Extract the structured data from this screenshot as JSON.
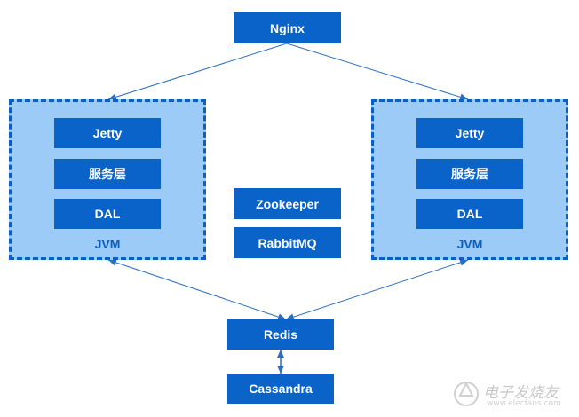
{
  "nodes": {
    "nginx": "Nginx",
    "zookeeper": "Zookeeper",
    "rabbitmq": "RabbitMQ",
    "redis": "Redis",
    "cassandra": "Cassandra"
  },
  "jvm_left": {
    "label": "JVM",
    "layers": [
      "Jetty",
      "服务层",
      "DAL"
    ]
  },
  "jvm_right": {
    "label": "JVM",
    "layers": [
      "Jetty",
      "服务层",
      "DAL"
    ]
  },
  "watermark": {
    "text": "电子发烧友",
    "url": "www.elecfans.com"
  },
  "colors": {
    "node_fill": "#0a63c9",
    "jvm_fill": "#9ccbf7",
    "jvm_border": "#0a5fc4",
    "edge": "#2b6fc2"
  }
}
